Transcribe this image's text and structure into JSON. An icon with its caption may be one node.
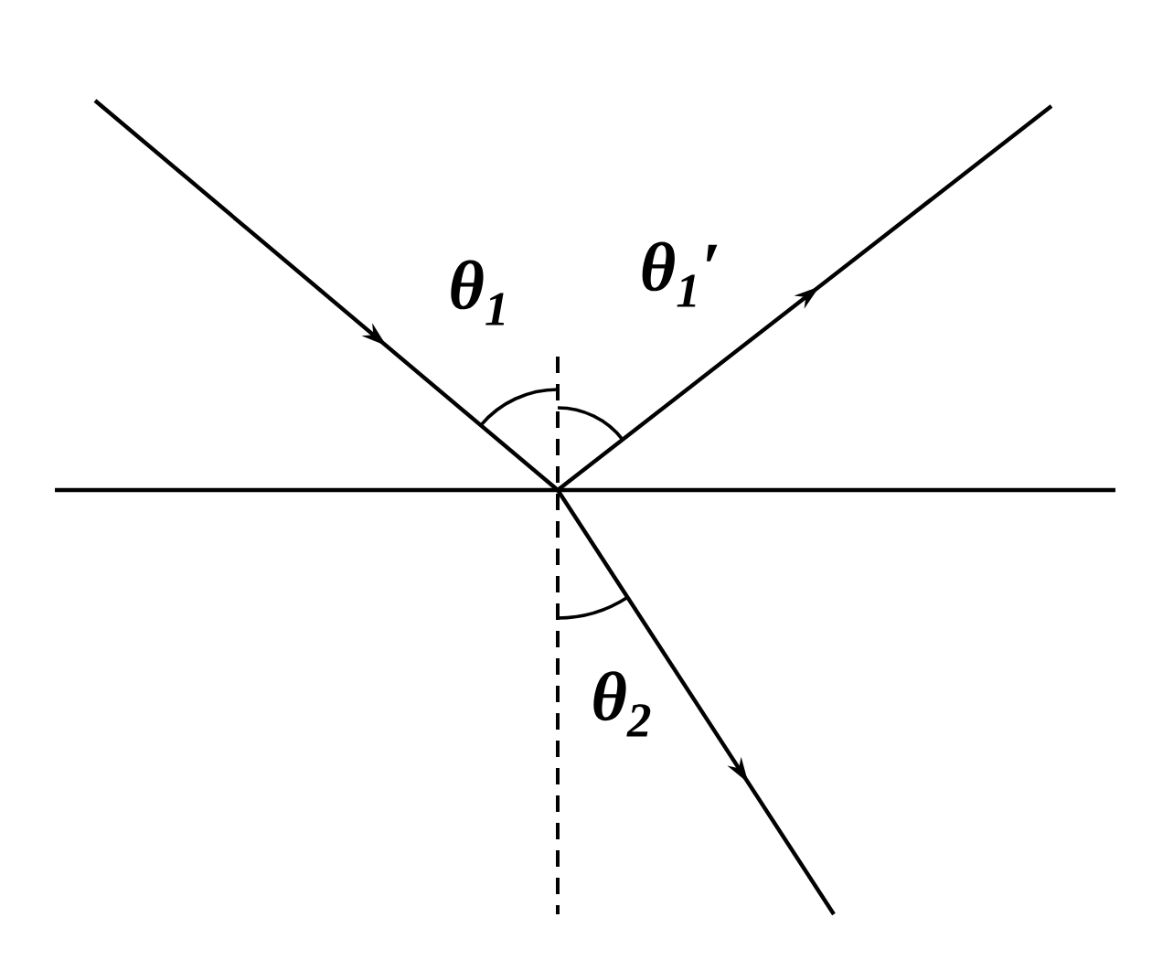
{
  "diagram": {
    "labels": [
      "θ$_{1}$",
      "θ$_{1}$′",
      "θ$_{2}$"
    ]
  }
}
